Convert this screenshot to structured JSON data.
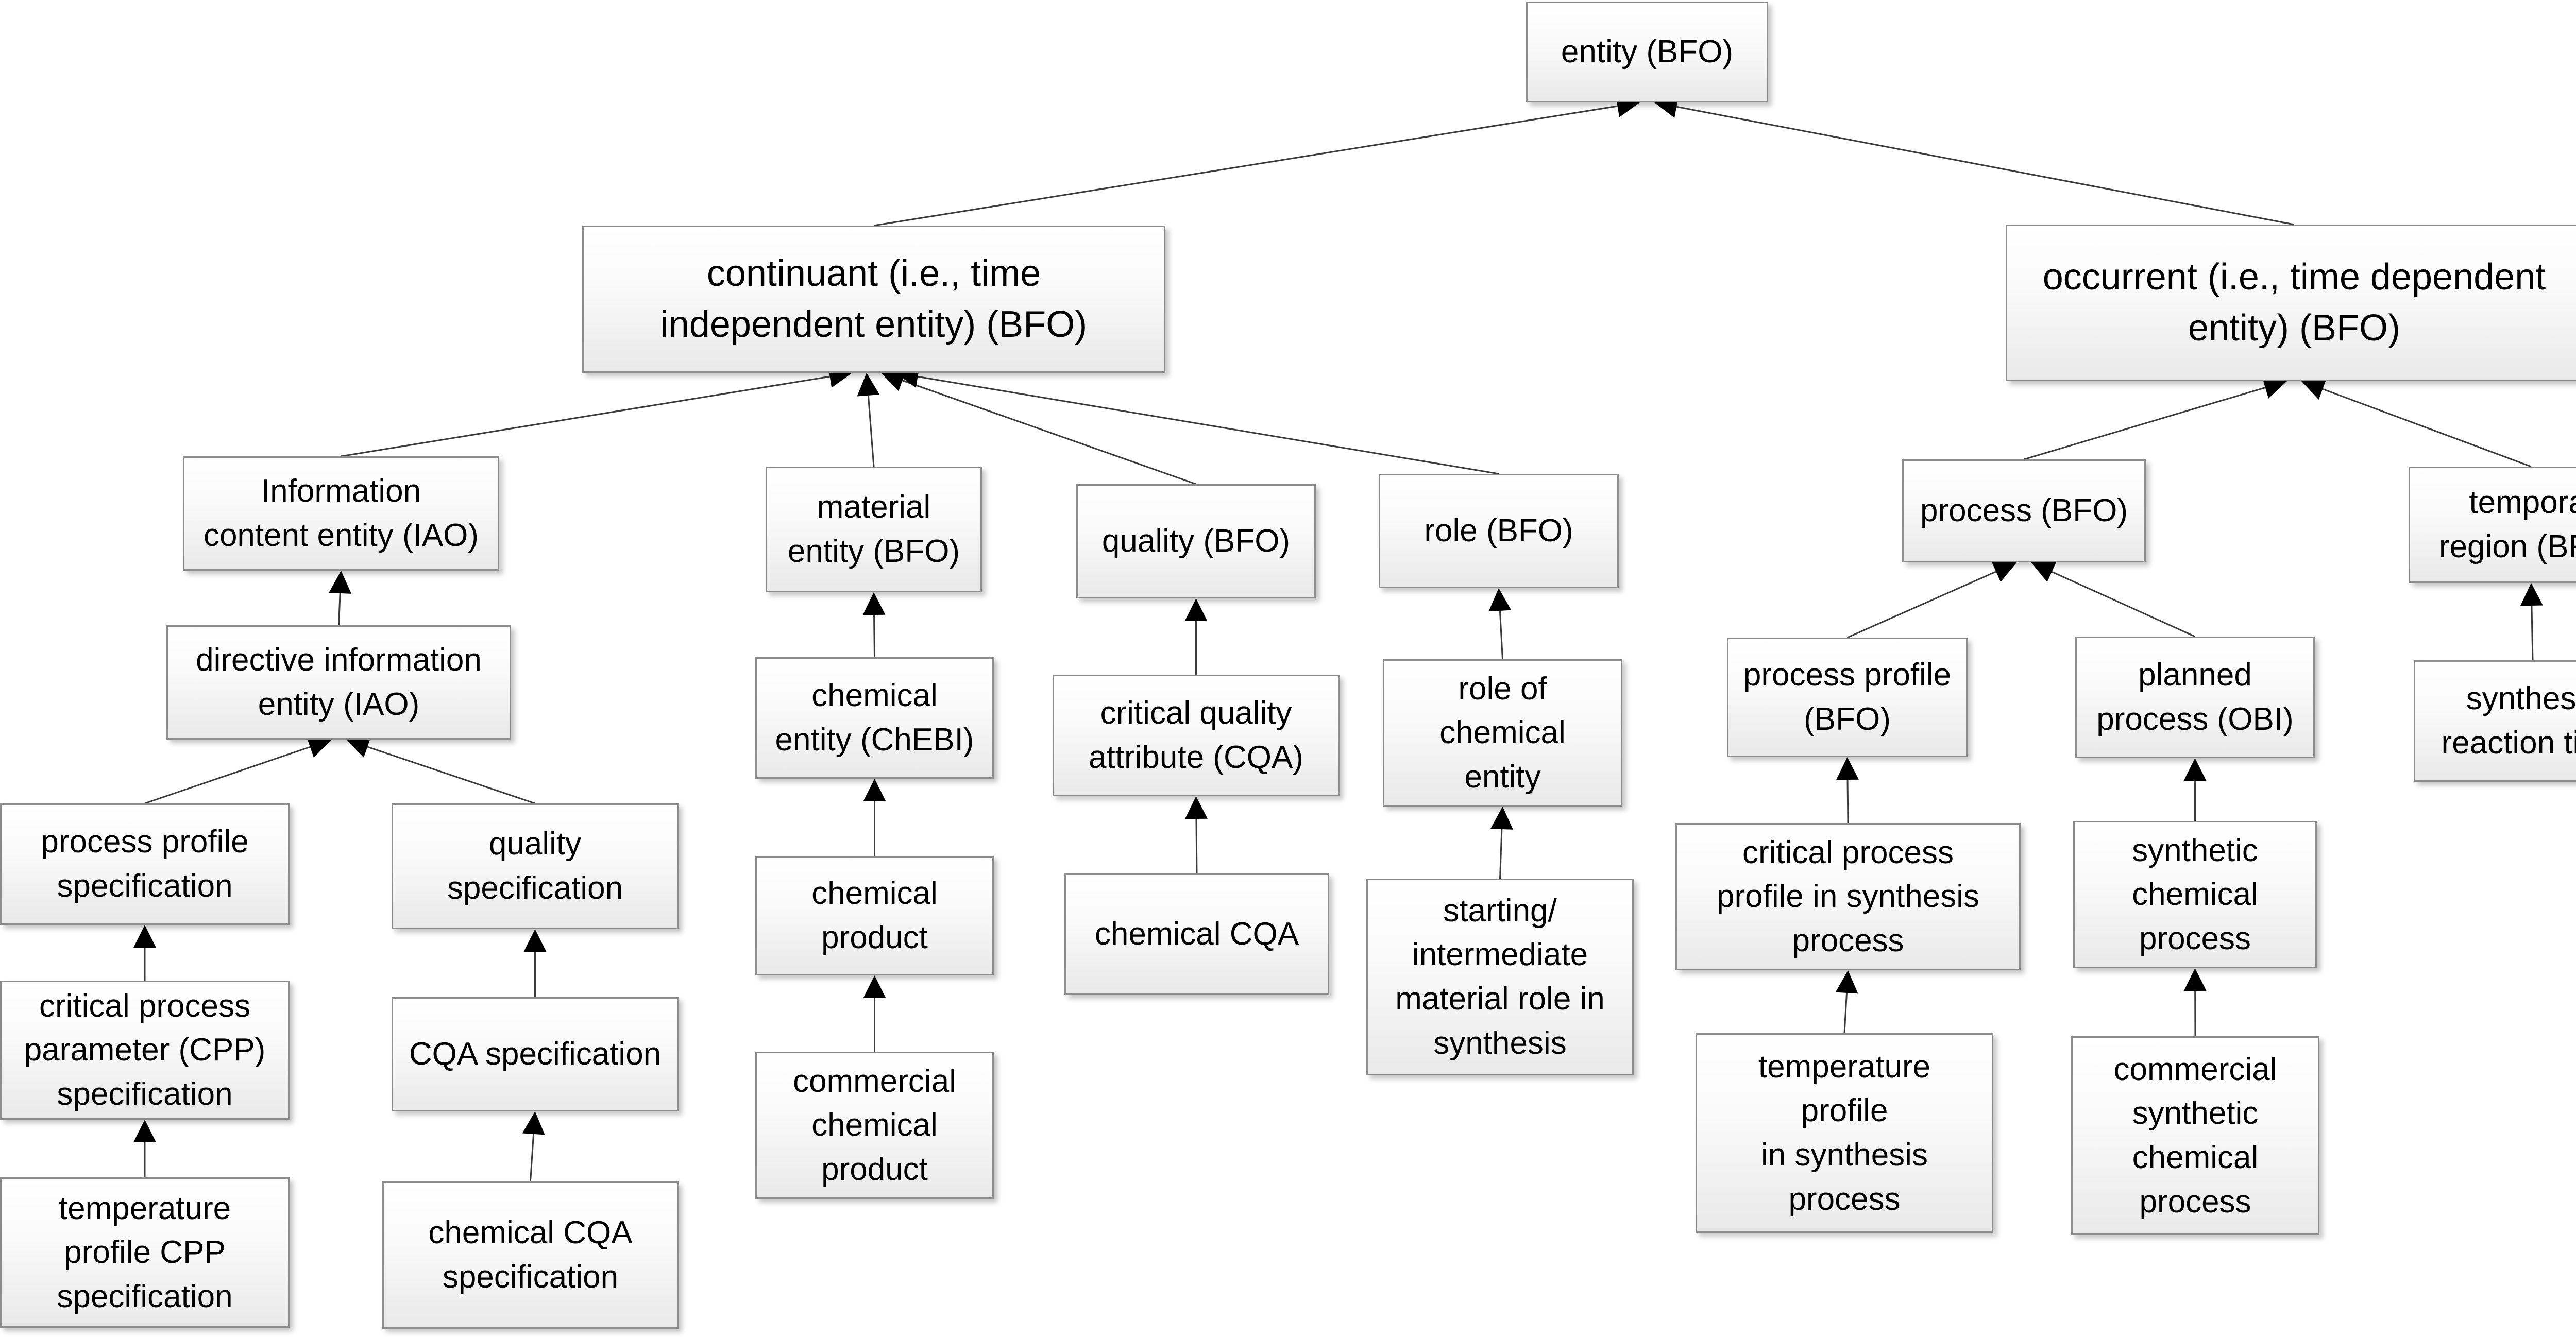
{
  "colors": {
    "edge": "#3c3c3c",
    "arrowhead": "#000000",
    "box_border": "#8c8c8c",
    "box_fill_top": "#ffffff",
    "box_fill_bottom": "#e9e9e9",
    "text": "#000000"
  },
  "nodes": {
    "entity": "entity (BFO)",
    "continuant": "continuant (i.e., time\nindependent entity) (BFO)",
    "occurrent": "occurrent (i.e., time dependent\nentity) (BFO)",
    "ice": "Information\ncontent entity (IAO)",
    "material_entity": "material\nentity (BFO)",
    "quality": "quality (BFO)",
    "role": "role (BFO)",
    "process": "process (BFO)",
    "temporal_region": "temporal\nregion (BFO)",
    "directive_ie": "directive information\nentity (IAO)",
    "chemical_entity": "chemical\nentity (ChEBI)",
    "cqa": "critical quality\nattribute (CQA)",
    "role_chem": "role of\nchemical\nentity",
    "process_profile": "process profile\n(BFO)",
    "planned_process": "planned\nprocess (OBI)",
    "synthesis_time": "synthesis\nreaction time",
    "pp_spec": "process profile\nspecification",
    "quality_spec": "quality\nspecification",
    "chemical_product": "chemical\nproduct",
    "chemical_cqa": "chemical CQA",
    "starting_role": "starting/\nintermediate\nmaterial role in\nsynthesis",
    "cpp_in_synth": "critical process\nprofile in synthesis\nprocess",
    "synth_chem_process": "synthetic\nchemical\nprocess",
    "cpp_spec": "critical process\nparameter (CPP)\nspecification",
    "cqa_spec": "CQA specification",
    "commercial_product": "commercial\nchemical\nproduct",
    "temp_profile_synth": "temperature\nprofile\nin synthesis\nprocess",
    "commercial_synth_process": "commercial\nsynthetic\nchemical\nprocess",
    "temp_cpp_spec": "temperature\nprofile CPP\nspecification",
    "chem_cqa_spec": "chemical CQA\nspecification"
  },
  "edges": [
    {
      "from": "continuant",
      "to": "entity"
    },
    {
      "from": "occurrent",
      "to": "entity"
    },
    {
      "from": "ice",
      "to": "continuant"
    },
    {
      "from": "material_entity",
      "to": "continuant"
    },
    {
      "from": "quality",
      "to": "continuant"
    },
    {
      "from": "role",
      "to": "continuant"
    },
    {
      "from": "process",
      "to": "occurrent"
    },
    {
      "from": "temporal_region",
      "to": "occurrent"
    },
    {
      "from": "directive_ie",
      "to": "ice"
    },
    {
      "from": "pp_spec",
      "to": "directive_ie"
    },
    {
      "from": "quality_spec",
      "to": "directive_ie"
    },
    {
      "from": "cpp_spec",
      "to": "pp_spec"
    },
    {
      "from": "temp_cpp_spec",
      "to": "cpp_spec"
    },
    {
      "from": "cqa_spec",
      "to": "quality_spec"
    },
    {
      "from": "chem_cqa_spec",
      "to": "cqa_spec"
    },
    {
      "from": "chemical_entity",
      "to": "material_entity"
    },
    {
      "from": "chemical_product",
      "to": "chemical_entity"
    },
    {
      "from": "commercial_product",
      "to": "chemical_product"
    },
    {
      "from": "cqa",
      "to": "quality"
    },
    {
      "from": "chemical_cqa",
      "to": "cqa"
    },
    {
      "from": "role_chem",
      "to": "role"
    },
    {
      "from": "starting_role",
      "to": "role_chem"
    },
    {
      "from": "process_profile",
      "to": "process"
    },
    {
      "from": "planned_process",
      "to": "process"
    },
    {
      "from": "cpp_in_synth",
      "to": "process_profile"
    },
    {
      "from": "temp_profile_synth",
      "to": "cpp_in_synth"
    },
    {
      "from": "synth_chem_process",
      "to": "planned_process"
    },
    {
      "from": "commercial_synth_process",
      "to": "synth_chem_process"
    },
    {
      "from": "synthesis_time",
      "to": "temporal_region"
    }
  ]
}
